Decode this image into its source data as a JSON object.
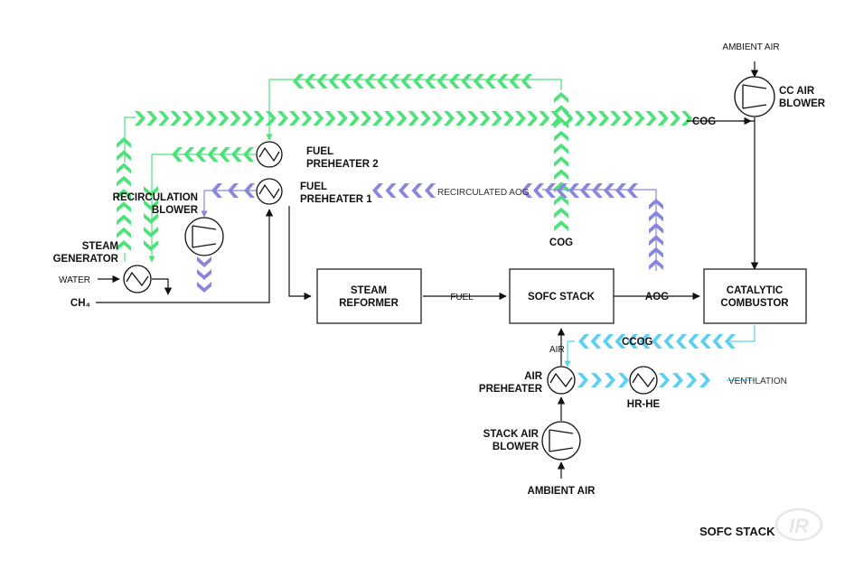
{
  "colors": {
    "cog": "#4de27a",
    "aog": "#8a86dc",
    "ccog": "#5cd0f2",
    "line": "#111111"
  },
  "blocks": {
    "steam_reformer": [
      "STEAM",
      "REFORMER"
    ],
    "sofc_stack": "SOFC STACK",
    "catalytic_combustor": [
      "CATALYTIC",
      "COMBUSTOR"
    ]
  },
  "labels": {
    "ambient_air_top": "AMBIENT AIR",
    "cc_air_blower": [
      "CC AIR",
      "BLOWER"
    ],
    "cog_right": "COG",
    "fuel_preheater_2": [
      "FUEL",
      "PREHEATER 2"
    ],
    "fuel_preheater_1": [
      "FUEL",
      "PREHEATER 1"
    ],
    "recirculated_aog": "RECIRCULATED AOG",
    "recirculation_blower": [
      "RECIRCULATION",
      "BLOWER"
    ],
    "steam_generator": [
      "STEAM",
      "GENERATOR"
    ],
    "water": "WATER",
    "ch4": "CH₄",
    "cog_stack": "COG",
    "fuel": "FUEL",
    "aog": "AOG",
    "ccog": "CCOG",
    "air": "AIR",
    "air_preheater": [
      "AIR",
      "PREHEATER"
    ],
    "hr_he": "HR-HE",
    "ventilation": "VENTILATION",
    "stack_air_blower": [
      "STACK AIR",
      "BLOWER"
    ],
    "ambient_air_bottom": "AMBIENT AIR",
    "footer_title": "SOFC STACK",
    "logo_text": "IR"
  }
}
